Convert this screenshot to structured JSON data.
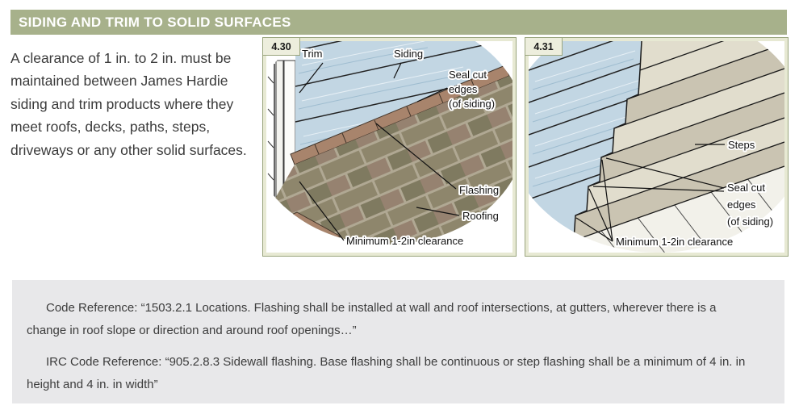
{
  "header": {
    "title": "SIDING AND TRIM TO SOLID SURFACES"
  },
  "intro": "A clearance of 1 in. to 2 in. must be maintained between James Hardie siding and trim products where they meet roofs, decks, paths, steps, driveways or any other solid surfaces.",
  "figure_430": {
    "tag": "4.30",
    "labels": {
      "trim": "Trim",
      "siding": "Siding",
      "seal_1": "Seal cut",
      "seal_2": "edges",
      "seal_3": "(of siding)",
      "flashing": "Flashing",
      "roofing": "Roofing",
      "clearance": "Minimum 1-2in clearance"
    }
  },
  "figure_431": {
    "tag": "4.31",
    "labels": {
      "steps": "Steps",
      "seal_1": "Seal cut",
      "seal_2": "edges",
      "seal_3": "(of siding)",
      "clearance": "Minimum 1-2in clearance"
    }
  },
  "code_box": {
    "paragraph_1": "Code Reference: “1503.2.1 Locations. Flashing shall be installed at wall and roof intersections, at gutters, wherever there is a change in roof slope or direction and around roof openings…”",
    "paragraph_2": "IRC Code Reference: “905.2.8.3 Sidewall flashing. Base flashing shall be continuous or step flashing shall be a minimum of 4 in. in height and 4 in. in width”"
  },
  "colors": {
    "header_bg": "#a7b18b",
    "panel_border": "#9aa57e",
    "panel_frame": "#e7e9d3",
    "code_box_bg": "#e8e8ea",
    "siding_blue": "#c2d6e3",
    "flashing_brown": "#a8846c",
    "roofing_olive": "#8e866c",
    "step_light": "#e1ddcd",
    "step_dark": "#cac4b2"
  }
}
